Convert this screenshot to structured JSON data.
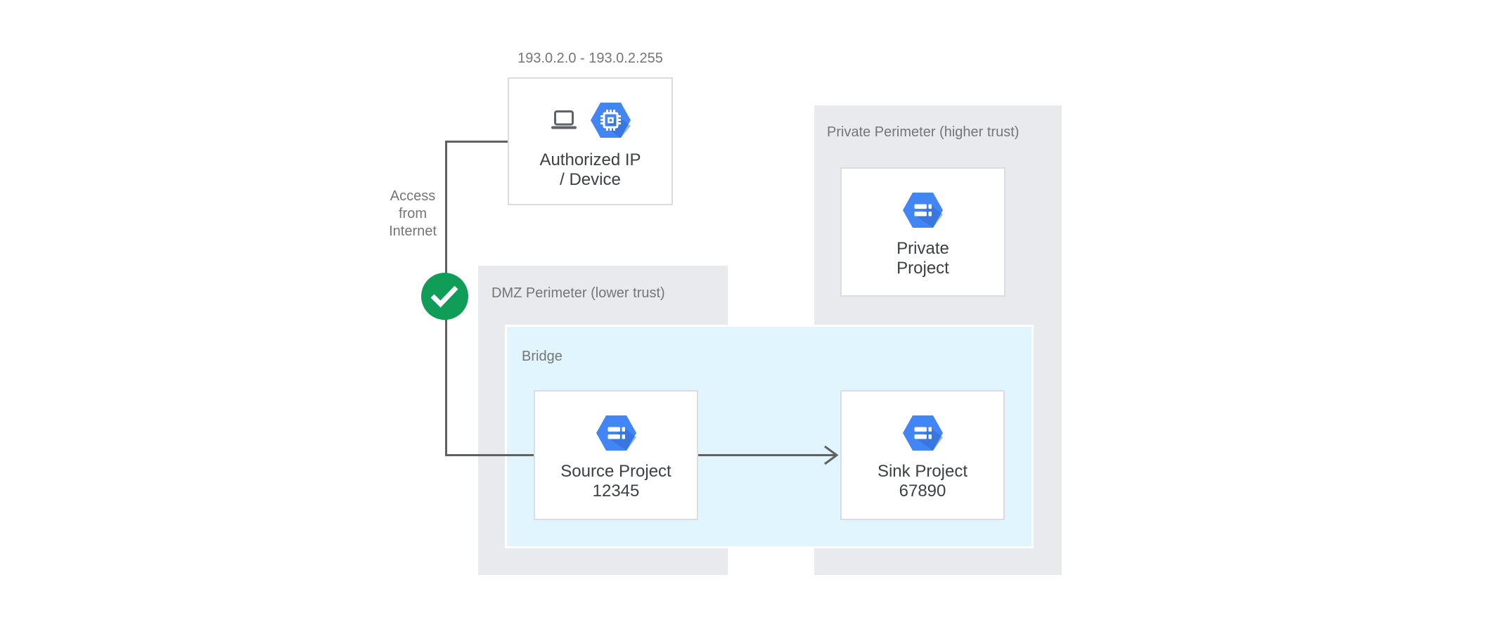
{
  "diagram": {
    "ip_range_label": "193.0.2.0 - 193.0.2.255",
    "internet_access_label": "Access\nfrom\nInternet",
    "containers": {
      "dmz_perimeter": {
        "title": "DMZ Perimeter (lower trust)"
      },
      "private_perimeter": {
        "title": "Private Perimeter (higher trust)"
      },
      "bridge": {
        "title": "Bridge"
      }
    },
    "nodes": {
      "authorized": {
        "label": "Authorized IP\n/ Device",
        "icons": [
          "laptop-icon",
          "compute-engine-hexagon-icon"
        ]
      },
      "source": {
        "label": "Source Project\n12345",
        "icon": "project-hexagon-icon"
      },
      "sink": {
        "label": "Sink Project\n67890",
        "icon": "project-hexagon-icon"
      },
      "private": {
        "label": "Private\nProject",
        "icon": "project-hexagon-icon"
      }
    },
    "connections": [
      {
        "from": "internet",
        "to": "authorized"
      },
      {
        "from": "authorized",
        "to": "source",
        "status": "allowed-check"
      },
      {
        "from": "source",
        "to": "sink",
        "style": "arrow"
      }
    ],
    "colors": {
      "perimeter_panel_gray": "#e8eaed",
      "bridge_fill_blue": "#e1f5fe",
      "bridge_border": "#ffffff",
      "hexagon_blue": "#4285f4",
      "hexagon_shadow": "#2f69cc",
      "check_green": "#0f9d58",
      "connector_gray": "#616161",
      "muted_text_gray": "#757575",
      "node_text": "#3c4043",
      "node_border": "#dadce0",
      "laptop_gray": "#5f6368"
    }
  }
}
